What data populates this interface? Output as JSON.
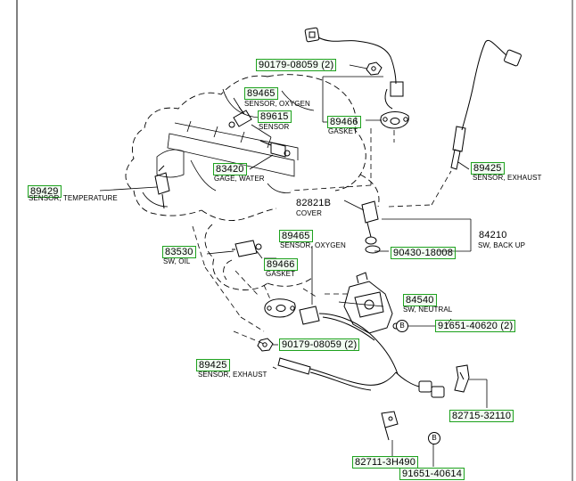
{
  "callouts": {
    "p_90179_top": {
      "number": "90179-08059 (2)"
    },
    "p_89465_top": {
      "number": "89465",
      "desc": "SENSOR, OXYGEN"
    },
    "p_89615": {
      "number": "89615",
      "desc": "SENSOR"
    },
    "p_89466_top": {
      "number": "89466",
      "desc": "GASKET"
    },
    "p_83420": {
      "number": "83420",
      "desc": "GAGE, WATER"
    },
    "p_89429": {
      "number": "89429",
      "desc": "SENSOR, TEMPERATURE"
    },
    "p_89425_top": {
      "number": "89425",
      "desc": "SENSOR, EXHAUST"
    },
    "p_82821b": {
      "number": "82821B",
      "desc": "COVER"
    },
    "p_84210": {
      "number": "84210",
      "desc": "SW, BACK UP"
    },
    "p_90430": {
      "number": "90430-18008"
    },
    "p_89465_mid": {
      "number": "89465",
      "desc": "SENSOR, OXYGEN"
    },
    "p_83530": {
      "number": "83530",
      "desc": "SW, OIL"
    },
    "p_89466_mid": {
      "number": "89466",
      "desc": "GASKET"
    },
    "p_84540": {
      "number": "84540",
      "desc": "SW, NEUTRAL"
    },
    "p_91651_40620": {
      "number": "91651-40620 (2)"
    },
    "p_90179_bot": {
      "number": "90179-08059 (2)"
    },
    "p_89425_bot": {
      "number": "89425",
      "desc": "SENSOR, EXHAUST"
    },
    "p_82715": {
      "number": "82715-32110"
    },
    "p_82711": {
      "number": "82711-3H490"
    },
    "p_91651_40614": {
      "number": "91651-40614"
    }
  },
  "bubbles": {
    "b_mid": "B",
    "b_bot": "B"
  },
  "colors": {
    "callout_border": "#1fa21f",
    "line": "#000000"
  }
}
